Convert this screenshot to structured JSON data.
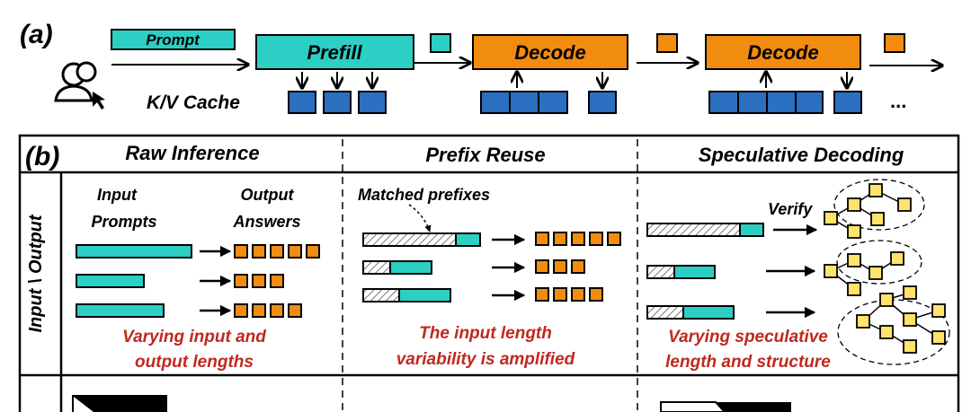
{
  "panel_a": {
    "label": "(a)",
    "prompt": "Prompt",
    "prefill": "Prefill",
    "decode1": "Decode",
    "decode2": "Decode",
    "kv_cache": "K/V Cache",
    "ellipsis": "..."
  },
  "panel_b": {
    "label": "(b)",
    "headers": [
      "Raw Inference",
      "Prefix Reuse",
      "Speculative Decoding"
    ],
    "side_label": "Input \\ Output",
    "raw": {
      "input_line1": "Input",
      "input_line2": "Prompts",
      "output_line1": "Output",
      "output_line2": "Answers",
      "caption_line1": "Varying input and",
      "caption_line2": "output lengths"
    },
    "prefix": {
      "matched": "Matched prefixes",
      "caption_line1": "The input length",
      "caption_line2": "variability is amplified"
    },
    "spec": {
      "verify": "Verify",
      "caption_line1": "Varying speculative",
      "caption_line2": "length and structure"
    }
  },
  "colors": {
    "teal": "#2ccfc4",
    "orange": "#f28c0f",
    "blue": "#2a6fc0",
    "yellow": "#ffe36b",
    "caption_red": "#c0281e"
  }
}
